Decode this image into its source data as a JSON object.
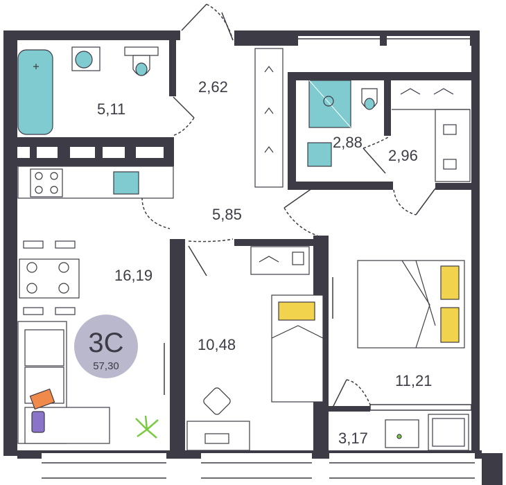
{
  "rooms": [
    {
      "id": "bathroom",
      "area": "5,11"
    },
    {
      "id": "hallway-entry",
      "area": "2,62"
    },
    {
      "id": "wc",
      "area": "2,88"
    },
    {
      "id": "wardrobe",
      "area": "2,96"
    },
    {
      "id": "corridor",
      "area": "5,85"
    },
    {
      "id": "kitchen-living",
      "area": "16,19"
    },
    {
      "id": "bedroom-1",
      "area": "10,48"
    },
    {
      "id": "bedroom-2",
      "area": "11,21"
    },
    {
      "id": "balcony",
      "area": "3,17"
    }
  ],
  "badge": {
    "code": "3С",
    "total": "57,30"
  },
  "colors": {
    "wall": "#3d3b45",
    "badge": "#b9b8cc",
    "water": "#7fcbd0",
    "pillow": "#f2d34d",
    "plant": "#7ac943",
    "cushion_orange": "#f08a4b",
    "cushion_purple": "#8a74c9"
  }
}
